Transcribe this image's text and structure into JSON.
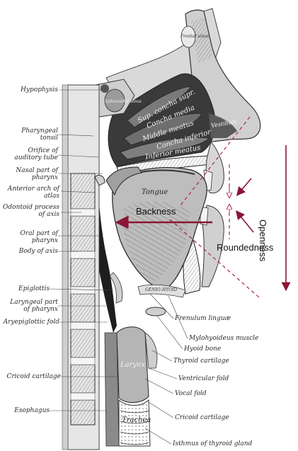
{
  "left_labels": [
    {
      "text": "Hypophysis"
    },
    {
      "text": "Pharyngeal\ntonsil"
    },
    {
      "text": "Orifice of\nauditory tube"
    },
    {
      "text": "Nasal part of\npharynx"
    },
    {
      "text": "Anterior arch of\natlas"
    },
    {
      "text": "Odontoid process\nof axis"
    },
    {
      "text": "Oral part of\npharynx"
    },
    {
      "text": "Body of axis"
    },
    {
      "text": "Epiglottis"
    },
    {
      "text": "Laryngeal part\nof pharynx"
    },
    {
      "text": "Aryepiglottic fold"
    },
    {
      "text": "Cricoid cartilage"
    },
    {
      "text": "Esophagus"
    }
  ],
  "right_labels": [
    {
      "text": "Frenulum linguæ"
    },
    {
      "text": "Mylohyoideus muscle"
    },
    {
      "text": "Hyoid bone"
    },
    {
      "text": "Thyroid cartilage"
    },
    {
      "text": "Ventricular fold"
    },
    {
      "text": "Vocal fold"
    },
    {
      "text": "Cricoid cartilage"
    },
    {
      "text": "Isthmus of thyroid gland"
    }
  ],
  "inner_labels": {
    "concha_sup": "Sup. concha supr.",
    "concha_media": "Concha media",
    "middle_meatus": "Middle meatus",
    "concha_inferior": "Concha inferior",
    "inferior_meatus": "Inferior meatus",
    "tongue": "Tongue",
    "vestibule": "Vestibule",
    "frontal_sinus": "Frontal sinus",
    "sphenoidal_sinus": "Sphenoidal sinus",
    "geniohyoid": "GENIO-HYOID",
    "larynx": "Larynx",
    "trachea": "Trachea"
  },
  "annotations": {
    "backness": "Backness",
    "roundedness": "Roundedness",
    "openness": "Openness"
  },
  "colors": {
    "arrow": "#8b1535",
    "dashed": "#b0264a"
  }
}
